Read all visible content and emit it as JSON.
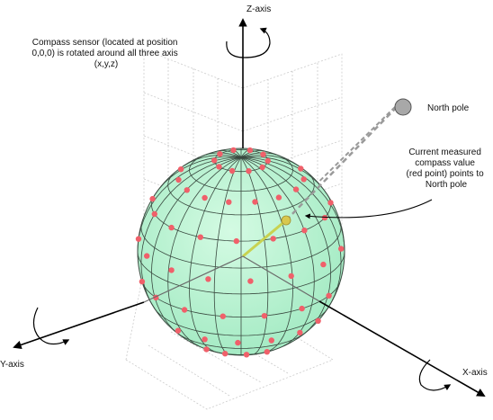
{
  "labels": {
    "z_axis": "Z-axis",
    "x_axis": "X-axis",
    "y_axis": "Y-axis",
    "north_pole": "North pole",
    "sensor_note": [
      "Compass sensor (located at position",
      "0,0,0) is rotated around all three axis",
      "(x,y,z)"
    ],
    "measured_note": [
      "Current measured",
      "compass value",
      "(red point) points to",
      "North pole"
    ]
  },
  "colors": {
    "sphere_fill": "#b6f2cf",
    "sphere_mesh": "#3a4a40",
    "sample_points": "#f0606a",
    "grid": "#c9c9c9",
    "north_pole_marker": "#a8a8a8",
    "pointer_line": "#c8d250",
    "axis": "#000000"
  },
  "icons": [
    "rotation-arrow-icon",
    "rotation-arrow-icon",
    "rotation-arrow-icon"
  ]
}
